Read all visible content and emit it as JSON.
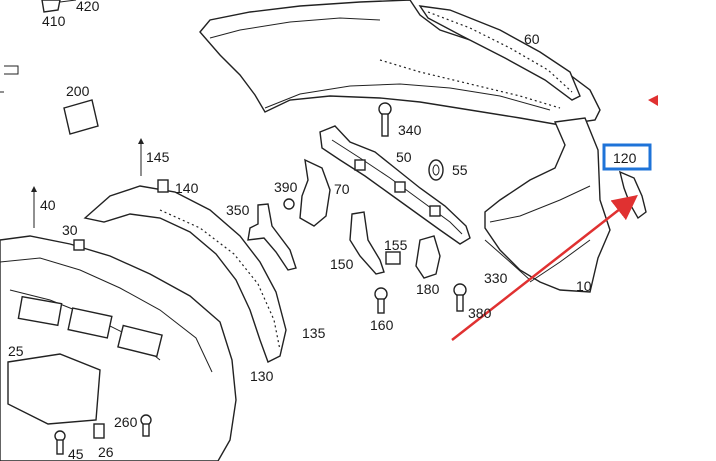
{
  "parts": {
    "p410": "410",
    "p420": "420",
    "p60": "60",
    "p200": "200",
    "p340": "340",
    "p145": "145",
    "p140": "140",
    "p50": "50",
    "p55": "55",
    "p120": "120",
    "p390": "390",
    "p70": "70",
    "p40": "40",
    "p350": "350",
    "p30": "30",
    "p155": "155",
    "p150": "150",
    "p180": "180",
    "p330": "330",
    "p10": "10",
    "p380": "380",
    "p160": "160",
    "p135": "135",
    "p25": "25",
    "p130": "130",
    "p260": "260",
    "p45": "45",
    "p26": "26"
  },
  "highlight": {
    "part": "120",
    "box_color": "#1e73d8",
    "arrow_color": "#e03131"
  }
}
